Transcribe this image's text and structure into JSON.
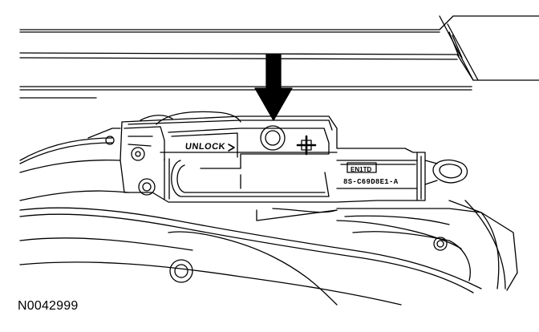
{
  "diagram": {
    "unlock_label": "UNLOCK",
    "part_brand": "EN1TD",
    "part_number": "8S-C69D8E1-A",
    "figure_id": "N0042999"
  },
  "colors": {
    "line": "#000000",
    "background": "#ffffff"
  },
  "icons": {
    "callout_arrow": "down-arrow-icon"
  }
}
